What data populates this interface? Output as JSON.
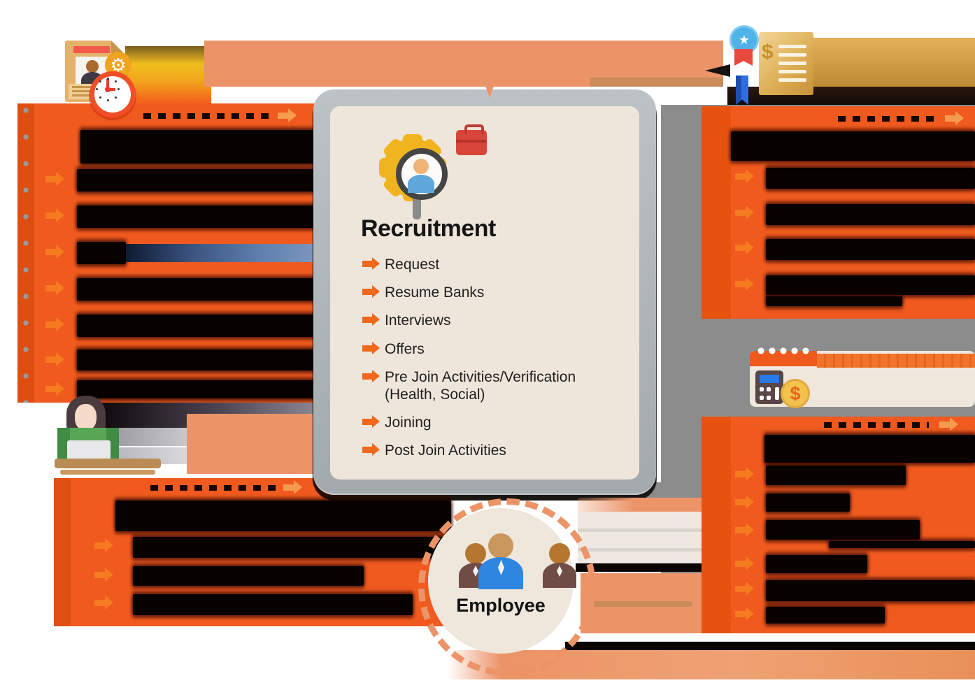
{
  "recruitment_card": {
    "title": "Recruitment",
    "items": [
      "Request",
      "Resume Banks",
      "Interviews",
      "Offers",
      "Pre Join Activities/Verification (Health, Social)",
      "Joining",
      "Post Join Activities"
    ]
  },
  "employee_node": {
    "label": "Employee"
  },
  "glyphs": {
    "gear": "⚙",
    "star": "★",
    "certificate_dollar": "$",
    "coin_dollar": "$"
  },
  "colors": {
    "accent_orange": "#F05A1E",
    "bullet_orange": "#F0681C",
    "salmon": "#EC9468",
    "gold": "#D09A43",
    "backboard_gray": "#8C8C8C",
    "screen_cream": "#EFE6DC",
    "redaction_black": "#070100",
    "blue_bar": "#5F7FAE",
    "gear_yellow": "#F0B41E",
    "briefcase_red": "#D9453A",
    "badge_blue": "#4FB3E8",
    "shirt_green": "#57A757",
    "people_blue": "#2E86E0"
  }
}
